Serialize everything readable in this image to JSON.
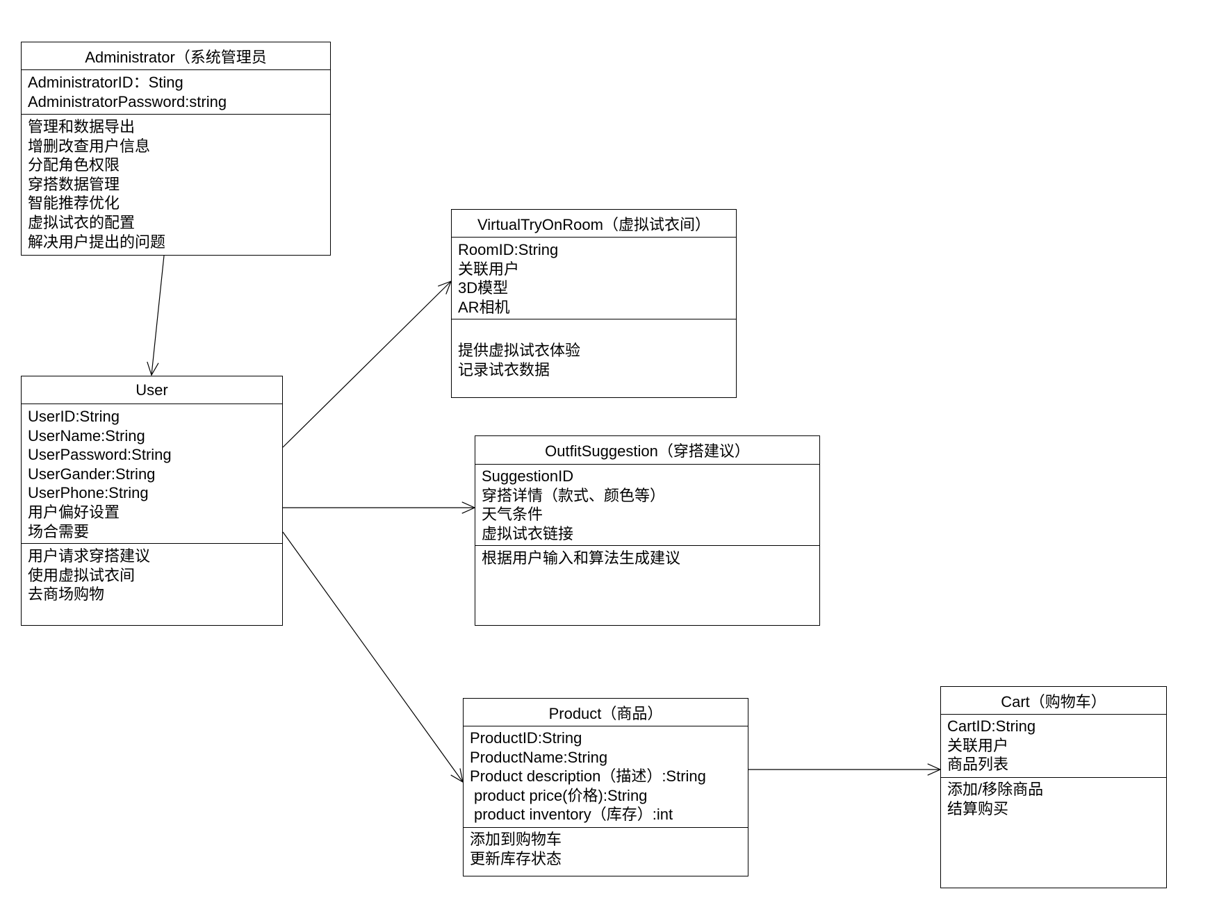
{
  "diagram": {
    "administrator": {
      "title": "Administrator（系统管理员",
      "attributes": [
        "AdministratorID：Sting",
        "AdministratorPassword:string"
      ],
      "operations": [
        "管理和数据导出",
        "增删改查用户信息",
        "分配角色权限",
        "穿搭数据管理",
        "智能推荐优化",
        "虚拟试衣的配置",
        "解决用户提出的问题"
      ]
    },
    "user": {
      "title": "User",
      "attributes": [
        "UserID:String",
        "UserName:String",
        "UserPassword:String",
        "UserGander:String",
        "UserPhone:String",
        "用户偏好设置",
        "场合需要"
      ],
      "operations": [
        "用户请求穿搭建议",
        "使用虚拟试衣间",
        "去商场购物"
      ]
    },
    "virtual_try_on_room": {
      "title": "VirtualTryOnRoom（虚拟试衣间）",
      "attributes": [
        "RoomID:String",
        "关联用户",
        "3D模型",
        "AR相机"
      ],
      "operations": [
        "提供虚拟试衣体验",
        "记录试衣数据"
      ]
    },
    "outfit_suggestion": {
      "title": "OutfitSuggestion（穿搭建议）",
      "attributes": [
        "SuggestionID",
        "穿搭详情（款式、颜色等）",
        "天气条件",
        "虚拟试衣链接"
      ],
      "operations": [
        "根据用户输入和算法生成建议"
      ]
    },
    "product": {
      "title": "Product（商品）",
      "attributes": [
        "ProductID:String",
        "ProductName:String",
        "Product description（描述）:String",
        "product price(价格):String",
        "product inventory（库存）:int"
      ],
      "operations": [
        "添加到购物车",
        "更新库存状态"
      ]
    },
    "cart": {
      "title": "Cart（购物车）",
      "attributes": [
        "CartID:String",
        "关联用户",
        "商品列表"
      ],
      "operations": [
        "添加/移除商品",
        "结算购买"
      ]
    }
  }
}
